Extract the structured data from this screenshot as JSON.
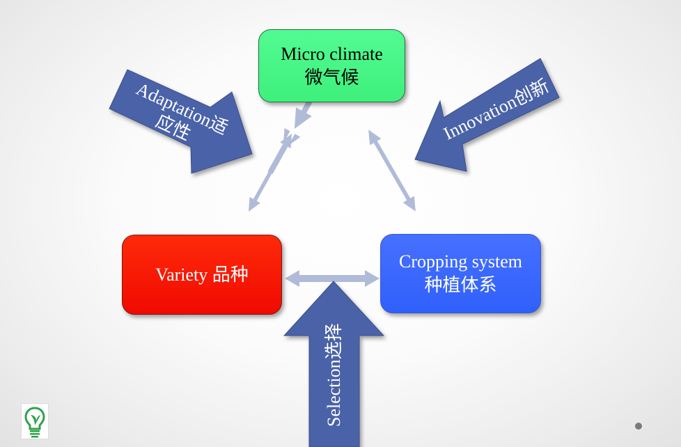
{
  "nodes": {
    "micro_climate": {
      "line1": "Micro climate",
      "line2": "微气候"
    },
    "variety": {
      "line1": "Variety 品种"
    },
    "cropping_system": {
      "line1": "Cropping system",
      "line2": "种植体系"
    }
  },
  "arrows": {
    "adaptation": {
      "line1": "Adaptation适",
      "line2": "应性"
    },
    "innovation": {
      "label": "Innovation创新"
    },
    "selection": {
      "label": "Selection选择"
    }
  },
  "colors": {
    "micro_climate": "#40f07e",
    "variety": "#f41000",
    "cropping_system": "#3463fc",
    "force_arrow": "#4a62a8",
    "connector": "#b0bbd8"
  },
  "icons": {
    "logo": "lightbulb-leaf-icon"
  }
}
